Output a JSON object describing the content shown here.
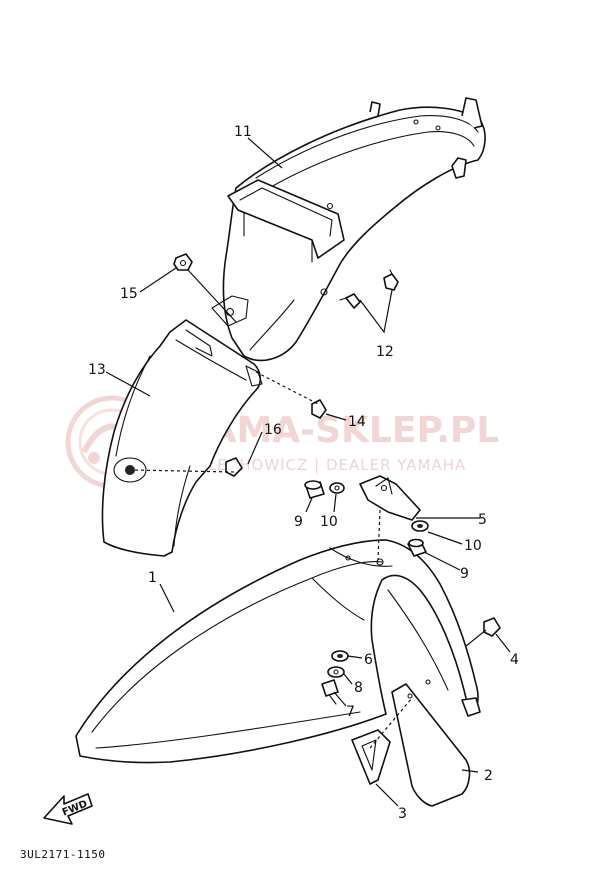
{
  "watermark": {
    "title": "YAMA-SKLEP.PL",
    "subtitle": "W.ŁECHOWICZ | DEALER YAMAHA",
    "color": "#e8b4b4"
  },
  "diagram_code": "3UL2171-1150",
  "direction_label": "FWD",
  "callouts": [
    {
      "id": "1",
      "label": "1"
    },
    {
      "id": "2",
      "label": "2"
    },
    {
      "id": "3",
      "label": "3"
    },
    {
      "id": "4",
      "label": "4"
    },
    {
      "id": "5",
      "label": "5"
    },
    {
      "id": "6",
      "label": "6"
    },
    {
      "id": "7",
      "label": "7"
    },
    {
      "id": "8",
      "label": "8"
    },
    {
      "id": "9a",
      "label": "9"
    },
    {
      "id": "9b",
      "label": "9"
    },
    {
      "id": "10a",
      "label": "10"
    },
    {
      "id": "10b",
      "label": "10"
    },
    {
      "id": "11",
      "label": "11"
    },
    {
      "id": "12",
      "label": "12"
    },
    {
      "id": "13",
      "label": "13"
    },
    {
      "id": "14",
      "label": "14"
    },
    {
      "id": "15",
      "label": "15"
    },
    {
      "id": "16",
      "label": "16"
    }
  ]
}
